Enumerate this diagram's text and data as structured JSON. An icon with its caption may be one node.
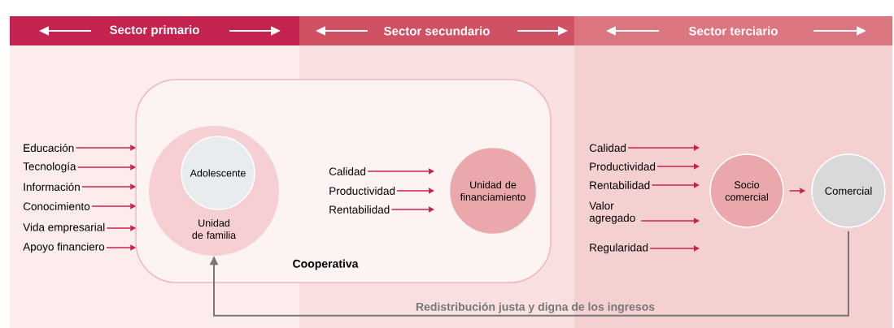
{
  "diagram": {
    "nodes": [
      {
        "text": [
          "Sector primario"
        ]
      },
      {
        "text": [
          "Sector secundario"
        ]
      },
      {
        "text": [
          "Sector terciario"
        ]
      },
      {
        "text": [
          "Cooperativa"
        ]
      },
      {
        "text": [
          "Unidad de familia"
        ],
        "in": 3
      },
      {
        "text": [
          "Adolescente"
        ],
        "in": 4
      },
      {
        "text": [
          "Unidad de financiamiento"
        ],
        "in": 3
      },
      {
        "text": [
          "Socio comercial"
        ]
      },
      {
        "text": [
          "Comercial"
        ]
      },
      {
        "text": [
          "Educación"
        ]
      },
      {
        "text": [
          "Tecnología"
        ]
      },
      {
        "text": [
          "Información"
        ]
      },
      {
        "text": [
          "Conocimiento"
        ]
      },
      {
        "text": [
          "Vida empresarial"
        ]
      },
      {
        "text": [
          "Apoyo financiero"
        ]
      },
      {
        "text": [
          "Calidad"
        ],
        "in": 3
      },
      {
        "text": [
          "Productividad"
        ],
        "in": 3
      },
      {
        "text": [
          "Rentabilidad"
        ],
        "in": 3
      },
      {
        "text": [
          "Calidad"
        ]
      },
      {
        "text": [
          "Productividad"
        ]
      },
      {
        "text": [
          "Rentabilidad"
        ]
      },
      {
        "text": [
          "Valor agregado"
        ]
      },
      {
        "text": [
          "Regularidad"
        ]
      }
    ],
    "edges": [
      {
        "from": 9,
        "to": 3,
        "arrow": "to"
      },
      {
        "from": 10,
        "to": 3,
        "arrow": "to"
      },
      {
        "from": 11,
        "to": 3,
        "arrow": "to"
      },
      {
        "from": 12,
        "to": 3,
        "arrow": "to"
      },
      {
        "from": 13,
        "to": 3,
        "arrow": "to"
      },
      {
        "from": 14,
        "to": 3,
        "arrow": "to"
      },
      {
        "from": 15,
        "to": null,
        "arrow": "to"
      },
      {
        "from": 16,
        "to": null,
        "arrow": "to"
      },
      {
        "from": 17,
        "to": null,
        "arrow": "to"
      },
      {
        "from": 18,
        "to": null,
        "arrow": "to"
      },
      {
        "from": 19,
        "to": null,
        "arrow": "to"
      },
      {
        "from": 20,
        "to": null,
        "arrow": "to"
      },
      {
        "from": 21,
        "to": null,
        "arrow": "to"
      },
      {
        "from": 22,
        "to": null,
        "arrow": "to"
      },
      {
        "from": 7,
        "to": 8,
        "arrow": "to"
      },
      {
        "from": 8,
        "to": 4,
        "arrow": "to",
        "label": "Redistribución justa y digna de los ingresos",
        "color": "#777777"
      }
    ]
  }
}
